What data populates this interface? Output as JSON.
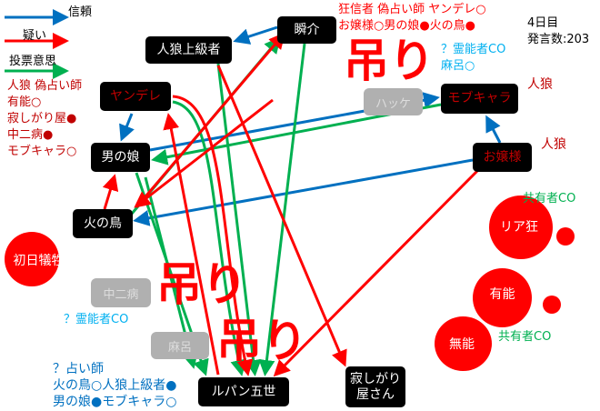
{
  "legend": {
    "trust": "信頼",
    "doubt": "疑い",
    "vote": "投票意思"
  },
  "colors": {
    "trust": "#0070c0",
    "doubt": "#ff0000",
    "vote": "#00b050"
  },
  "info": {
    "day": "4日目",
    "posts": "発言数:203"
  },
  "nodes": {
    "jinrou_joukyuu": "人狼上級者",
    "shunsuke": "瞬介",
    "yandere": "ヤンデレ",
    "otoko_no_ko": "男の娘",
    "hinotori": "火の鳥",
    "shonichi": "初日犠牲者",
    "mob": "モブキャラ",
    "ojousama": "お嬢様",
    "riakyou": "リア狂",
    "yuunou": "有能",
    "munou": "無能",
    "lupin": "ルパン五世",
    "sabishigari": "寂しがり\n屋さん"
  },
  "ghosts": {
    "hakke": "ハッケ",
    "chuunibyou": "中二病",
    "maro": "麻呂"
  },
  "hang_label": "吊り",
  "notes": {
    "yandere_role": [
      "人狼 偽占い師",
      "有能○",
      "寂しがり屋●",
      "中二病●",
      "モブキャラ○"
    ],
    "kyoushin": [
      "狂信者 偽占い師 ヤンデレ○",
      "お嬢様○男の娘●火の鳥●"
    ],
    "hakke_co": [
      "？霊能者CO",
      "麻呂○"
    ],
    "mob_role": "人狼",
    "ojou_role": "人狼",
    "ria_co": "共有者CO",
    "munou_co": "共有者CO",
    "maro_co": "？霊能者CO",
    "seer": [
      "？占い師",
      "火の鳥○人狼上級者●",
      "男の娘●モブキャラ○"
    ]
  }
}
